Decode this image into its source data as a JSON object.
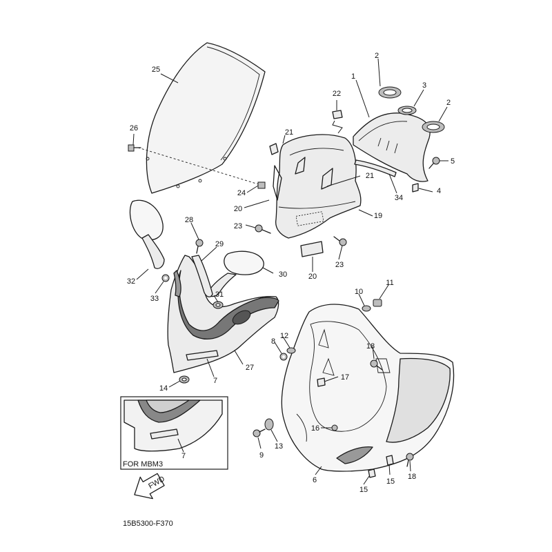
{
  "callouts": [
    {
      "id": "c25",
      "label": "25"
    },
    {
      "id": "c26",
      "label": "26"
    },
    {
      "id": "c22",
      "label": "22"
    },
    {
      "id": "c21a",
      "label": "21"
    },
    {
      "id": "c21b",
      "label": "21"
    },
    {
      "id": "c1",
      "label": "1"
    },
    {
      "id": "c2a",
      "label": "2"
    },
    {
      "id": "c3",
      "label": "3"
    },
    {
      "id": "c2b",
      "label": "2"
    },
    {
      "id": "c5",
      "label": "5"
    },
    {
      "id": "c4",
      "label": "4"
    },
    {
      "id": "c34",
      "label": "34"
    },
    {
      "id": "c24",
      "label": "24"
    },
    {
      "id": "c20a",
      "label": "20"
    },
    {
      "id": "c19",
      "label": "19"
    },
    {
      "id": "c23a",
      "label": "23"
    },
    {
      "id": "c23b",
      "label": "23"
    },
    {
      "id": "c20b",
      "label": "20"
    },
    {
      "id": "c28",
      "label": "28"
    },
    {
      "id": "c29",
      "label": "29"
    },
    {
      "id": "c30",
      "label": "30"
    },
    {
      "id": "c32",
      "label": "32"
    },
    {
      "id": "c33",
      "label": "33"
    },
    {
      "id": "c31",
      "label": "31"
    },
    {
      "id": "c27",
      "label": "27"
    },
    {
      "id": "c7a",
      "label": "7"
    },
    {
      "id": "c14",
      "label": "14"
    },
    {
      "id": "c11",
      "label": "11"
    },
    {
      "id": "c10",
      "label": "10"
    },
    {
      "id": "c12",
      "label": "12"
    },
    {
      "id": "c8",
      "label": "8"
    },
    {
      "id": "c18a",
      "label": "18"
    },
    {
      "id": "c17",
      "label": "17"
    },
    {
      "id": "c16",
      "label": "16"
    },
    {
      "id": "c9",
      "label": "9"
    },
    {
      "id": "c13",
      "label": "13"
    },
    {
      "id": "c6",
      "label": "6"
    },
    {
      "id": "c15a",
      "label": "15"
    },
    {
      "id": "c15b",
      "label": "15"
    },
    {
      "id": "c18b",
      "label": "18"
    },
    {
      "id": "c7b",
      "label": "7"
    }
  ],
  "inset_caption": "FOR MBM3",
  "fwd_label": "FWD",
  "diagram_code": "15B5300-F370"
}
